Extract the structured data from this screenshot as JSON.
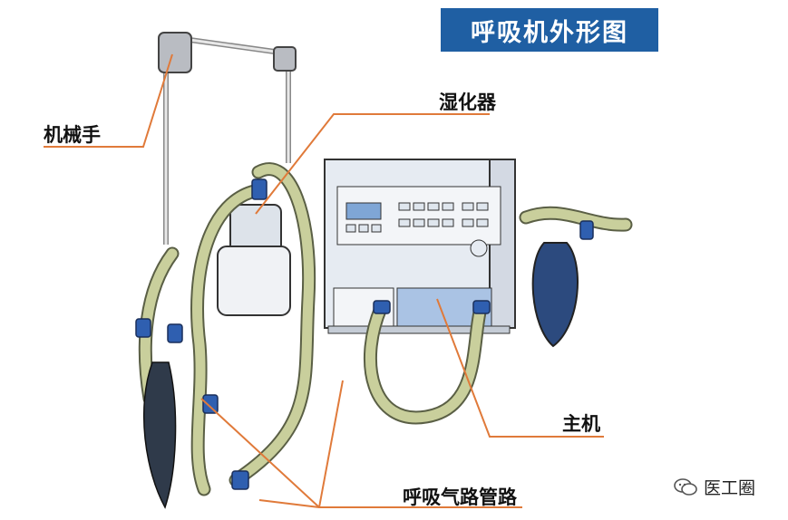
{
  "title": "呼吸机外形图",
  "labels": {
    "arm": "机械手",
    "humidifier": "湿化器",
    "main_unit": "主机",
    "tubing": "呼吸气路管路"
  },
  "watermark": {
    "text": "医工圈",
    "icon": "wechat-icon"
  },
  "colors": {
    "title_bg": "#1f5fa3",
    "leader_line": "#e07a3a",
    "hose": "#c9cf9c",
    "hose_cuff": "#2f5fb0",
    "machine_body": "#e6ebf2",
    "bag": "#2c4a7e"
  }
}
